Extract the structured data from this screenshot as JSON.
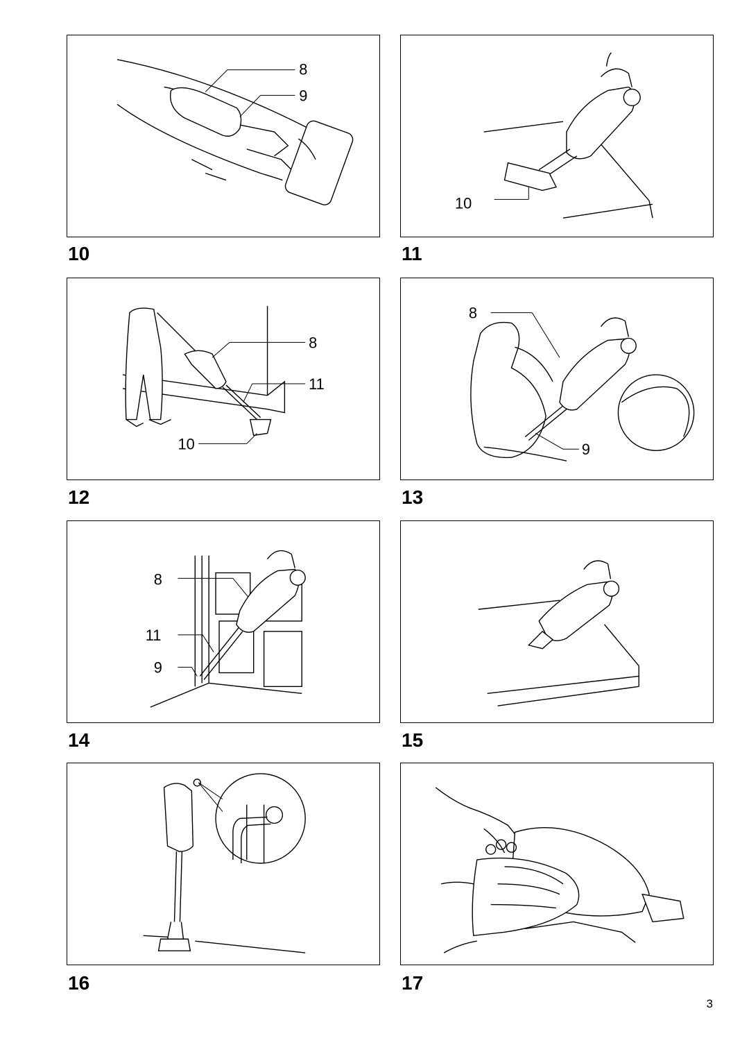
{
  "figures": [
    {
      "number": "10",
      "callouts": [
        "8",
        "9"
      ]
    },
    {
      "number": "11",
      "callouts": [
        "10"
      ]
    },
    {
      "number": "12",
      "callouts": [
        "8",
        "11",
        "10"
      ]
    },
    {
      "number": "13",
      "callouts": [
        "8",
        "9"
      ]
    },
    {
      "number": "14",
      "callouts": [
        "8",
        "11",
        "9"
      ]
    },
    {
      "number": "15",
      "callouts": []
    },
    {
      "number": "16",
      "callouts": []
    },
    {
      "number": "17",
      "callouts": []
    }
  ],
  "page_number": "3"
}
